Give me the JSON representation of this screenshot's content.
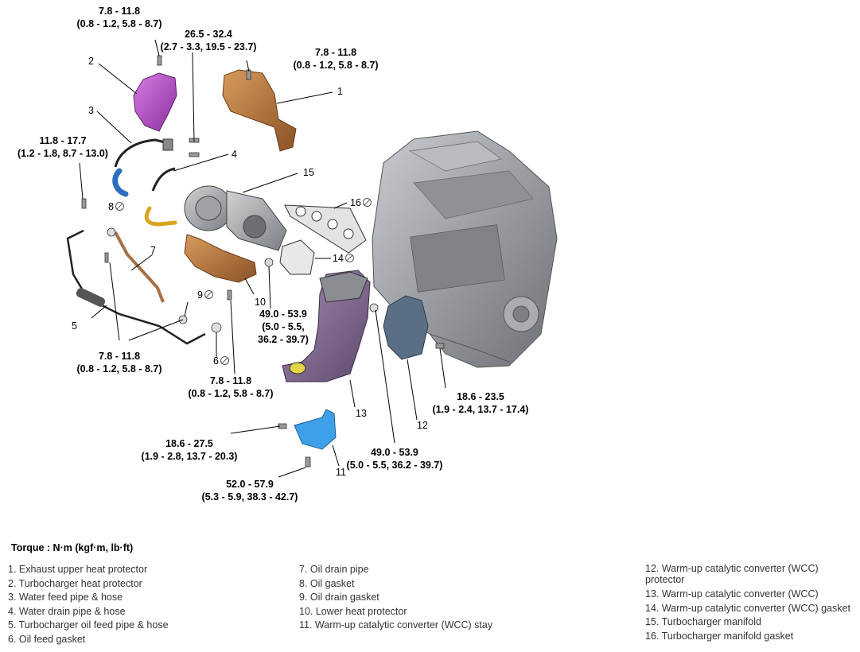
{
  "torque_labels": {
    "t_top_left": {
      "line1": "7.8 - 11.8",
      "line2": "(0.8 - 1.2, 5.8 - 8.7)"
    },
    "t_top_mid": {
      "line1": "26.5 - 32.4",
      "line2": "(2.7 - 3.3, 19.5 - 23.7)"
    },
    "t_top_right": {
      "line1": "7.8 - 11.8",
      "line2": "(0.8 - 1.2, 5.8 - 8.7)"
    },
    "t_left": {
      "line1": "11.8 - 17.7",
      "line2": "(1.2 - 1.8, 8.7 - 13.0)"
    },
    "t_wcc": {
      "line1": "49.0 - 53.9",
      "line2": "(5.0 - 5.5,",
      "line3": "36.2 - 39.7)"
    },
    "t_low_left": {
      "line1": "7.8 - 11.8",
      "line2": "(0.8 - 1.2, 5.8 - 8.7)"
    },
    "t_low_mid": {
      "line1": "7.8 - 11.8",
      "line2": "(0.8 - 1.2, 5.8 - 8.7)"
    },
    "t_right": {
      "line1": "18.6 - 23.5",
      "line2": "(1.9 - 2.4, 13.7 - 17.4)"
    },
    "t_stay_left": {
      "line1": "18.6 - 27.5",
      "line2": "(1.9 - 2.8, 13.7 - 20.3)"
    },
    "t_stay_mid": {
      "line1": "49.0 - 53.9",
      "line2": "(5.0 - 5.5, 36.2 - 39.7)"
    },
    "t_stay_bottom": {
      "line1": "52.0 - 57.9",
      "line2": "(5.3 - 5.9, 38.3 - 42.7)"
    }
  },
  "callouts": [
    "1",
    "2",
    "3",
    "4",
    "5",
    "6",
    "7",
    "8",
    "9",
    "10",
    "11",
    "12",
    "13",
    "14",
    "15",
    "16"
  ],
  "torque_title": "Torque : N·m (kgf·m, lb·ft)",
  "legend_col1": [
    "1. Exhaust upper heat protector",
    "2. Turbocharger heat protector",
    "3. Water feed pipe & hose",
    "4. Water drain pipe & hose",
    "5. Turbocharger oil feed pipe & hose",
    "6. Oil feed gasket"
  ],
  "legend_col2": [
    "7. Oil drain pipe",
    "8. Oil gasket",
    "9. Oil drain gasket",
    "10. Lower heat protector",
    "11. Warm-up catalytic converter (WCC) stay"
  ],
  "legend_col3": [
    "12. Warm-up catalytic converter (WCC) protector",
    "13. Warm-up catalytic converter (WCC)",
    "14. Warm-up catalytic converter (WCC) gasket",
    "15. Turbocharger manifold",
    "16. Turbocharger manifold gasket"
  ],
  "colors": {
    "heat_protector_copper": "#b8763d",
    "turbo_protector_purple": "#b24fc2",
    "wcc_purple": "#8a6a9a",
    "hose_blue": "#2d6fbf",
    "hose_yellow": "#d9a520",
    "stay_blue": "#3da0e8",
    "engine_gray": "#9a9ea3"
  }
}
